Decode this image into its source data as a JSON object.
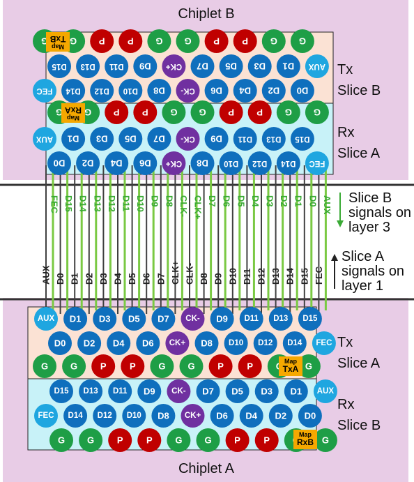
{
  "titles": {
    "top": "Chiplet B",
    "bottom": "Chiplet A"
  },
  "block_labels": {
    "top_tx": [
      "Tx",
      "Slice B"
    ],
    "top_rx": [
      "Rx",
      "Slice A"
    ],
    "bot_tx": [
      "Tx",
      "Slice A"
    ],
    "bot_rx": [
      "Rx",
      "Slice B"
    ]
  },
  "layer_notes": {
    "green": [
      "Slice B",
      "signals on",
      "layer 3"
    ],
    "black": [
      "Slice A",
      "signals on",
      "layer 1"
    ]
  },
  "map_labels": {
    "top_tx": "TxB",
    "top_rx": "RxA",
    "bot_tx": "TxA",
    "bot_rx": "RxB",
    "small": "Map"
  },
  "pins": {
    "b_tx_row1": [
      "G",
      "G",
      "P",
      "P",
      "G",
      "G",
      "P",
      "P",
      "G",
      "G"
    ],
    "b_tx_row2": [
      "D15",
      "D13",
      "D11",
      "D9",
      "CK+",
      "D7",
      "D5",
      "D3",
      "D1",
      "AUX"
    ],
    "b_tx_row3": [
      "FEC",
      "D14",
      "D12",
      "D10",
      "D8",
      "CK-",
      "D6",
      "D4",
      "D2",
      "D0"
    ],
    "b_rx_row1": [
      "G",
      "G",
      "P",
      "P",
      "G",
      "G",
      "P",
      "P",
      "G",
      "G"
    ],
    "b_rx_row2": [
      "AUX",
      "D1",
      "D3",
      "D5",
      "D7",
      "CK-",
      "D9",
      "D11",
      "D13",
      "D15"
    ],
    "b_rx_row3": [
      "D0",
      "D2",
      "D4",
      "D6",
      "CK+",
      "D8",
      "D10",
      "D12",
      "D14",
      "FEC"
    ],
    "a_tx_row1": [
      "AUX",
      "D1",
      "D3",
      "D5",
      "D7",
      "CK-",
      "D9",
      "D11",
      "D13",
      "D15"
    ],
    "a_tx_row2": [
      "D0",
      "D2",
      "D4",
      "D6",
      "CK+",
      "D8",
      "D10",
      "D12",
      "D14",
      "FEC"
    ],
    "a_tx_row3": [
      "G",
      "G",
      "P",
      "P",
      "G",
      "G",
      "P",
      "P",
      "G",
      "G"
    ],
    "a_rx_row1": [
      "D15",
      "D13",
      "D11",
      "D9",
      "CK-",
      "D7",
      "D5",
      "D3",
      "D1",
      "AUX"
    ],
    "a_rx_row2": [
      "FEC",
      "D14",
      "D12",
      "D10",
      "D8",
      "CK+",
      "D6",
      "D4",
      "D2",
      "D0"
    ],
    "a_rx_row3": [
      "G",
      "G",
      "P",
      "P",
      "G",
      "G",
      "P",
      "P",
      "G",
      "G"
    ]
  },
  "wires": {
    "green": [
      "FEC",
      "D15",
      "D14",
      "D13",
      "D12",
      "D11",
      "D10",
      "D9",
      "D8",
      "CLK-",
      "CLK+",
      "D7",
      "D6",
      "D5",
      "D4",
      "D3",
      "D2",
      "D1",
      "D0",
      "AUX"
    ],
    "black": [
      "AUX",
      "D0",
      "D1",
      "D2",
      "D3",
      "D4",
      "D5",
      "D6",
      "D7",
      "CLK+",
      "CLK-",
      "D8",
      "D9",
      "D10",
      "D11",
      "D12",
      "D13",
      "D14",
      "D15",
      "FEC"
    ]
  },
  "colors": {
    "chiplet_bg": "#e8cce6",
    "tx_bg": "#fbe2d4",
    "rx_bg": "#c8f2f8",
    "data_pin": "#0f6fbd",
    "clock_pin": "#7030a0",
    "aux_fec_pin": "#1fa6e0",
    "ground_pin": "#1e9e46",
    "power_pin": "#c00000",
    "map_bg": "#f5a800",
    "green_wire": "#7ac943",
    "green_text": "#3aaa35",
    "black_wire": "#404040"
  }
}
